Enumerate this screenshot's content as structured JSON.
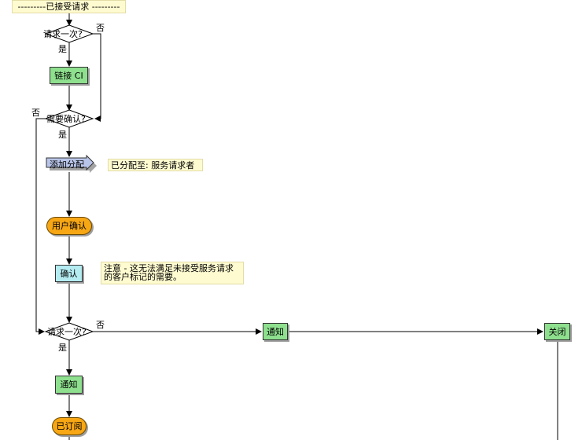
{
  "banner": "---------已接受请求 ---------",
  "decision1": {
    "label": "请求一次?",
    "yes": "是",
    "no": "否"
  },
  "link_ci": "链接 CI",
  "decision2": {
    "label": "需要确认?",
    "yes": "是",
    "no": "否"
  },
  "add_assignment": "添加分配",
  "assign_note": "已分配至: 服务请求者",
  "user_confirm": "用户确认",
  "confirm": "确认",
  "warning_note": [
    "注意 - 这无法满足未接受服务请求",
    "的客户标记的需要。"
  ],
  "decision3": {
    "label": "请求一次?",
    "yes": "是",
    "no": "否"
  },
  "notify_left": "通知",
  "notify_right": "通知",
  "close": "关闭",
  "subscribed": "已订阅",
  "colors": {
    "action_green": "#8ee08e",
    "action_cyan": "#b4ecf2",
    "state_orange": "#f7a614",
    "note_yellow": "#fffbd0",
    "connector": "#000000",
    "decision_fill": "#ffffff"
  }
}
